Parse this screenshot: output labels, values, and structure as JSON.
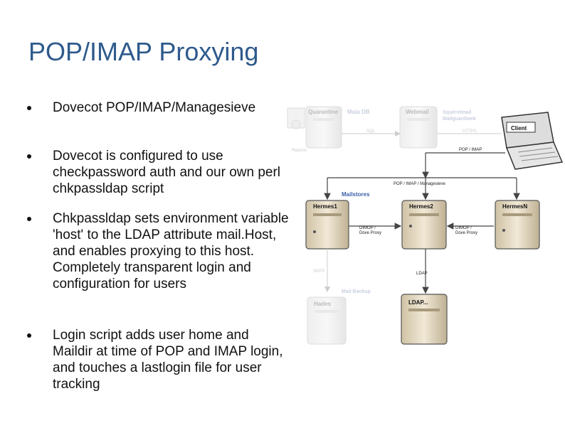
{
  "slide": {
    "title": "POP/IMAP Proxying",
    "bullets": [
      "Dovecot POP/IMAP/Managesieve",
      "Dovecot is configured to use checkpassword auth and our own perl chkpassldap script",
      "Chkpassldap sets environment variable 'host' to the LDAP attribute mail.Host, and enables proxying to this host.  Completely transparent login and configuration for users",
      "Login script adds user home and Maildir at time of POP and IMAP login, and touches a lastlogin file for user tracking"
    ]
  },
  "diagram": {
    "nodes": {
      "quarantine": "Quarantine",
      "maia_db": "Maia DB",
      "webmail": "Webmail",
      "webmail_apps": "Squirrelmail\nMailguardweb",
      "client": "Client",
      "hermes1": "Hermes1",
      "hermes2": "Hermes2",
      "hermesN": "HermesN",
      "hades": "Hades",
      "ldap": "LDAP..."
    },
    "labels": {
      "sql": "SQL",
      "https": "HTTPS",
      "pop_imap": "POP / IMAP",
      "pop_imap_managesieve": "POP / IMAP / Managesieve",
      "mailstores": "Mailstores",
      "dimap_left": "DIMOP /\nDove Proxy",
      "dimap_right": "DIMOP /\nDove Proxy",
      "smtp": "SMTP",
      "ldap_link": "LDAP",
      "mail_backup": "Mail Backup",
      "reports": "Reports"
    },
    "colors": {
      "label_blue": "#3b5fa8",
      "server_tan": "#e8dcc4",
      "line": "#444444"
    }
  }
}
